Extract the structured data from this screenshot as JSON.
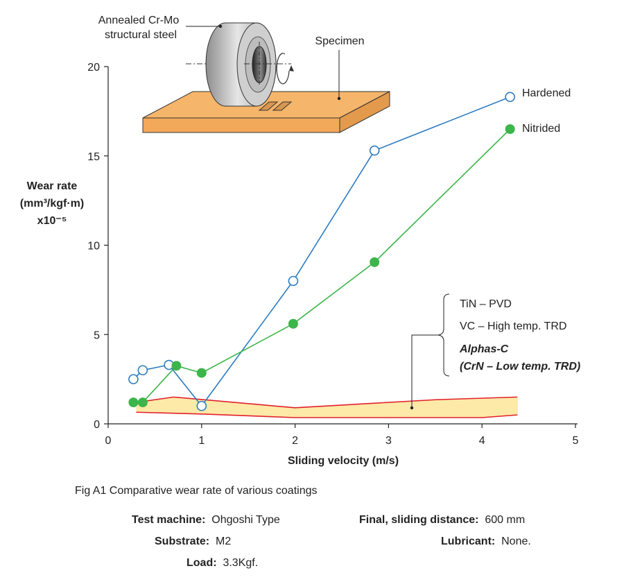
{
  "chart_data": {
    "type": "line",
    "xlabel": "Sliding velocity (m/s)",
    "ylabel_lines": [
      "Wear rate",
      "(mm³/kgf·m)",
      "x10⁻⁵"
    ],
    "xlim": [
      0,
      5
    ],
    "ylim": [
      0,
      20
    ],
    "xticks": [
      0,
      1,
      2,
      3,
      4,
      5
    ],
    "yticks": [
      0,
      5,
      10,
      15,
      20
    ],
    "grid": false,
    "series": [
      {
        "name": "Hardened",
        "color": "#2b7bc0",
        "marker": "open-circle",
        "x": [
          0.27,
          0.37,
          0.65,
          1.0,
          1.98,
          2.85,
          4.3
        ],
        "y": [
          2.5,
          3.0,
          3.3,
          1.0,
          8.0,
          15.3,
          18.3
        ]
      },
      {
        "name": "Nitrided",
        "color": "#3cb54a",
        "marker": "filled-circle",
        "x": [
          0.27,
          0.37,
          0.73,
          1.0,
          1.98,
          2.85,
          4.3
        ],
        "y": [
          1.2,
          1.2,
          3.25,
          2.85,
          5.6,
          9.05,
          16.5
        ]
      }
    ],
    "band": {
      "labels": [
        "TiN – PVD",
        "VC – High temp. TRD"
      ],
      "highlight_labels": [
        "Alphas-C",
        "(CrN – Low temp. TRD)"
      ],
      "fill": "#fde9a8",
      "edge_color": "#e0202a",
      "upper": {
        "x": [
          0.3,
          0.7,
          2.0,
          3.5,
          4.38
        ],
        "y": [
          1.2,
          1.5,
          0.9,
          1.35,
          1.5
        ]
      },
      "lower": {
        "x": [
          0.3,
          1.0,
          2.0,
          4.0,
          4.38
        ],
        "y": [
          0.65,
          0.55,
          0.35,
          0.35,
          0.5
        ]
      }
    },
    "illustration": {
      "roller_label": [
        "Annealed Cr-Mo",
        "structural steel"
      ],
      "specimen_label": "Specimen"
    }
  },
  "caption": "Fig A1 Comparative wear rate of various coatings",
  "test_conditions": {
    "test_machine": {
      "label": "Test machine:",
      "value": "Ohgoshi Type"
    },
    "substrate": {
      "label": "Substrate:",
      "value": "M2"
    },
    "load": {
      "label": "Load:",
      "value": "3.3Kgf."
    },
    "final_sliding_distance": {
      "label": "Final, sliding distance:",
      "value": "600 mm"
    },
    "lubricant": {
      "label": "Lubricant:",
      "value": "None."
    }
  }
}
